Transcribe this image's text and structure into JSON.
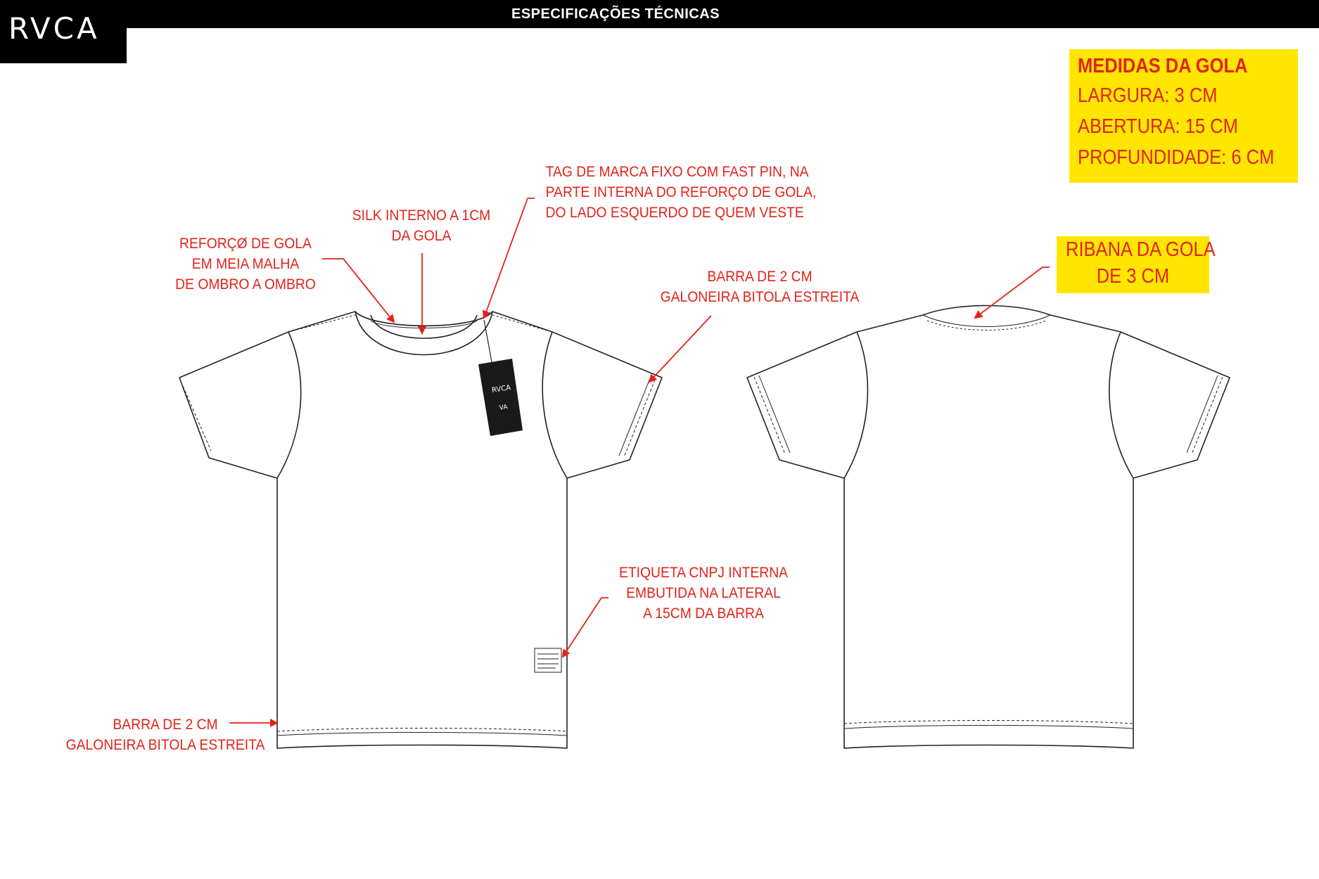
{
  "header": {
    "title": "ESPECIFICAÇÕES TÉCNICAS",
    "logo": "RVCA"
  },
  "collar_specs": {
    "heading": "MEDIDAS DA GOLA",
    "width": "LARGURA: 3 CM",
    "opening": "ABERTURA: 15 CM",
    "depth": "PROFUNDIDADE: 6 CM"
  },
  "rib_note": {
    "line1": "RIBANA DA GOLA",
    "line2": "DE 3 CM"
  },
  "annotations": {
    "collar_reinforcement": [
      "REFORÇØ DE GOLA",
      "EM MEIA MALHA",
      "DE OMBRO A OMBRO"
    ],
    "silk": [
      "SILK INTERNO A 1CM",
      "DA GOLA"
    ],
    "brand_tag": [
      "TAG DE MARCA FIXO COM FAST PIN, NA",
      "PARTE INTERNA DO REFORÇO DE GOLA,",
      "DO LADO ESQUERDO  DE QUEM VESTE"
    ],
    "sleeve_hem": [
      "BARRA DE 2 CM",
      "GALONEIRA BITOLA ESTREITA"
    ],
    "cnpj_label": [
      "ETIQUETA CNPJ INTERNA",
      "EMBUTIDA NA LATERAL",
      "A 15CM DA BARRA"
    ],
    "bottom_hem": [
      "BARRA DE 2 CM",
      "GALONEIRA BITOLA ESTREITA"
    ]
  },
  "hang_tag": {
    "brand": "RVCA",
    "mark": "VA"
  },
  "colors": {
    "annotation_red": "#e2231a",
    "highlight_yellow": "#ffe600",
    "header_black": "#000000"
  }
}
